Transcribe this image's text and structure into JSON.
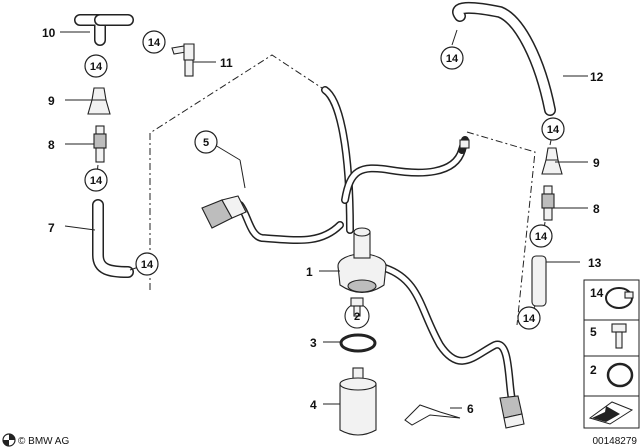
{
  "callouts": [
    "1",
    "2",
    "3",
    "4",
    "5",
    "6",
    "7",
    "8",
    "9",
    "10",
    "11",
    "12",
    "13",
    "14"
  ],
  "right_legend": {
    "labels": [
      "14",
      "5",
      "2"
    ]
  },
  "footer": {
    "brand": "© BMW AG",
    "part_number": "00148279"
  },
  "icons": [
    "bmw-logo-icon",
    "arrow-icon"
  ]
}
